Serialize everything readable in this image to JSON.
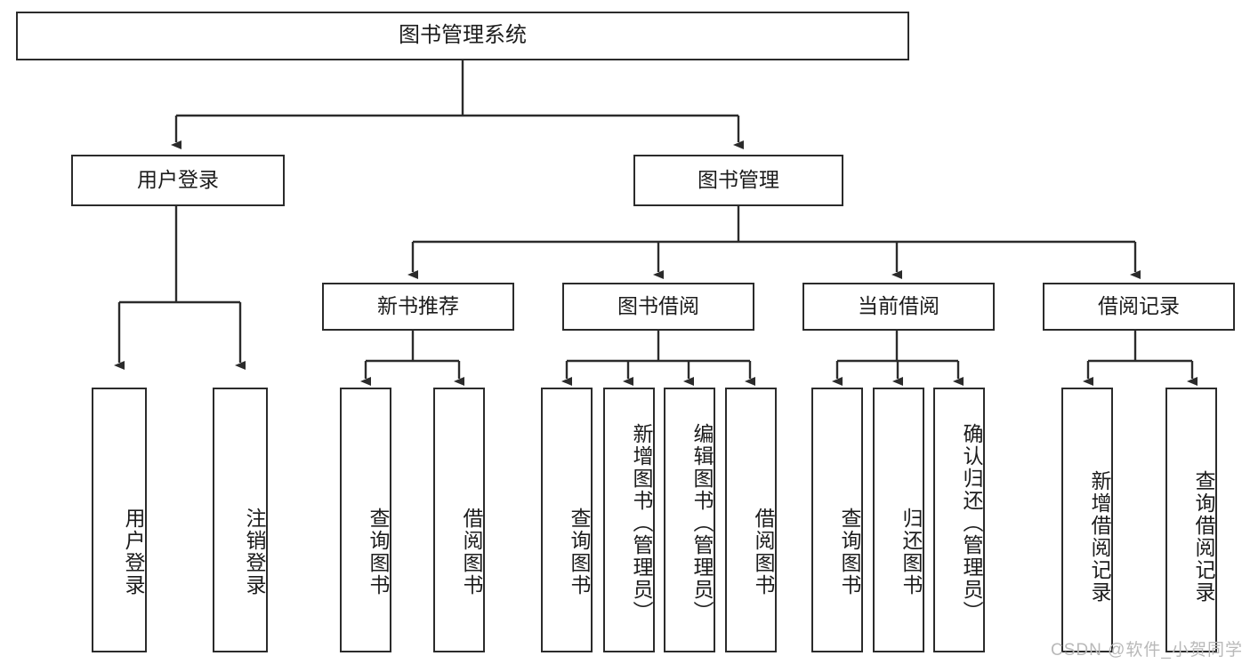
{
  "diagram": {
    "title": "图书管理系统",
    "type": "tree-hierarchy",
    "watermark": "CSDN @软件_小贺同学",
    "colors": {
      "stroke": "#2b2b2b",
      "fill": "#ffffff",
      "text": "#1c1c1c",
      "watermark": "#b9b9b9"
    },
    "levels": {
      "root": {
        "label": "图书管理系统"
      },
      "level1": [
        {
          "id": "user-login",
          "label": "用户登录"
        },
        {
          "id": "book-manage",
          "label": "图书管理"
        }
      ],
      "level2": [
        {
          "id": "new-book-recommend",
          "label": "新书推荐",
          "parent": "book-manage"
        },
        {
          "id": "book-borrow",
          "label": "图书借阅",
          "parent": "book-manage"
        },
        {
          "id": "current-borrow",
          "label": "当前借阅",
          "parent": "book-manage"
        },
        {
          "id": "borrow-record",
          "label": "借阅记录",
          "parent": "book-manage"
        }
      ],
      "leaves": [
        {
          "id": "leaf-user-login",
          "label": "用户登录",
          "parent": "user-login"
        },
        {
          "id": "leaf-logout",
          "label": "注销登录",
          "parent": "user-login"
        },
        {
          "id": "leaf-query-book-1",
          "label": "查询图书",
          "parent": "new-book-recommend"
        },
        {
          "id": "leaf-borrow-book-1",
          "label": "借阅图书",
          "parent": "new-book-recommend"
        },
        {
          "id": "leaf-query-book-2",
          "label": "查询图书",
          "parent": "book-borrow"
        },
        {
          "id": "leaf-add-book",
          "label": "新增图书（管理员）",
          "parent": "book-borrow"
        },
        {
          "id": "leaf-edit-book",
          "label": "编辑图书（管理员）",
          "parent": "book-borrow"
        },
        {
          "id": "leaf-borrow-book-2",
          "label": "借阅图书",
          "parent": "book-borrow"
        },
        {
          "id": "leaf-query-book-3",
          "label": "查询图书",
          "parent": "current-borrow"
        },
        {
          "id": "leaf-return-book",
          "label": "归还图书",
          "parent": "current-borrow"
        },
        {
          "id": "leaf-confirm-return",
          "label": "确认归还（管理员）",
          "parent": "current-borrow"
        },
        {
          "id": "leaf-add-record",
          "label": "新增借阅记录",
          "parent": "borrow-record"
        },
        {
          "id": "leaf-query-record",
          "label": "查询借阅记录",
          "parent": "borrow-record"
        }
      ]
    }
  }
}
